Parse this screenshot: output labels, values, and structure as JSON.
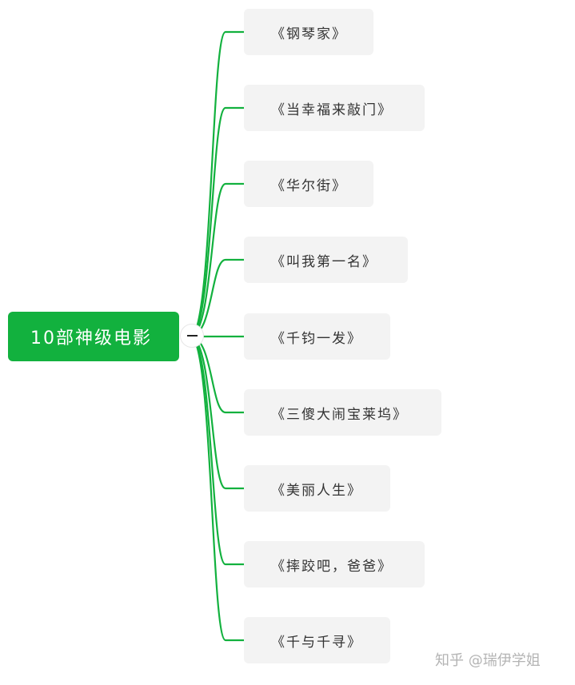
{
  "mindmap": {
    "root": {
      "label": "10部神级电影"
    },
    "toggle_symbol": "−",
    "children": [
      {
        "label": "《钢琴家》"
      },
      {
        "label": "《当幸福来敲门》"
      },
      {
        "label": "《华尔街》"
      },
      {
        "label": "《叫我第一名》"
      },
      {
        "label": "《千钧一发》"
      },
      {
        "label": "《三傻大闹宝莱坞》"
      },
      {
        "label": "《美丽人生》"
      },
      {
        "label": "《摔跤吧，爸爸》"
      },
      {
        "label": "《千与千寻》"
      }
    ],
    "colors": {
      "root_bg": "#12b13e",
      "connector": "#12b13e",
      "node_bg": "#f3f3f3"
    }
  },
  "watermark": {
    "text": "知乎 @瑞伊学姐"
  }
}
